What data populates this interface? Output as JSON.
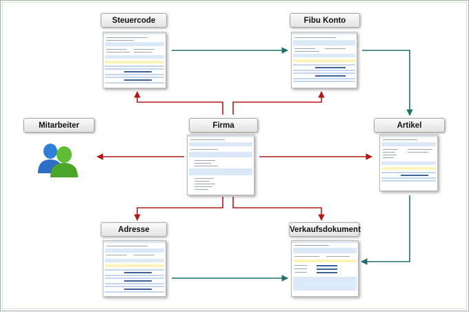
{
  "nodes": {
    "steuercode": "Steuercode",
    "fibu_konto": "Fibu Konto",
    "mitarbeiter": "Mitarbeiter",
    "firma": "Firma",
    "artikel": "Artikel",
    "adresse": "Adresse",
    "verkaufsdokument": "Verkaufsdokument"
  },
  "colors": {
    "red_arrow": "#b01818",
    "teal_arrow": "#1f6f6a",
    "label_border": "#a9a9a9"
  },
  "icons": {
    "mitarbeiter": "users-icon"
  }
}
